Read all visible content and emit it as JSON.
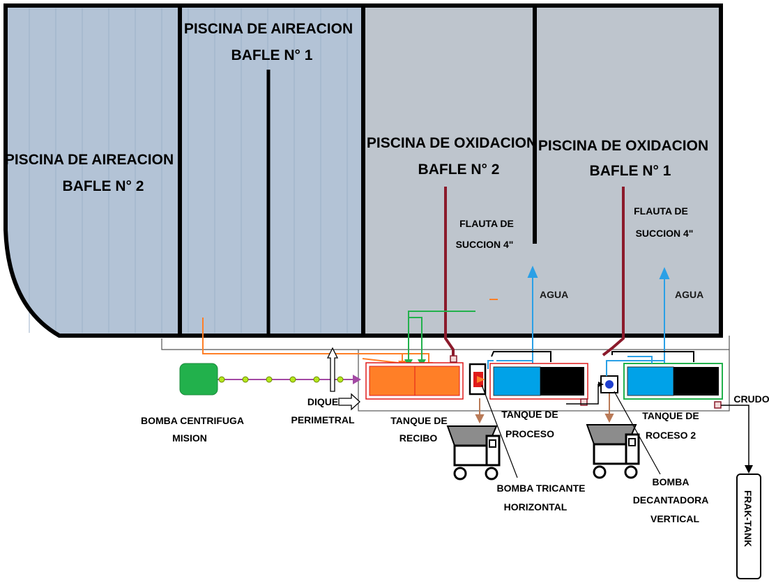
{
  "colors": {
    "aeration_pool": "#b3c3d6",
    "oxidation_pool": "#bec5cd",
    "wall": "#000000",
    "pump_green": "#22b14c",
    "pipe_orange": "#ff7f27",
    "pipe_purple": "#a349a4",
    "pipe_green": "#22b14c",
    "water_blue": "#2aa0e6",
    "suction_red": "#8b1a2b",
    "tank_receive": "#ff7f27",
    "tank_process_blue": "#00a2e8",
    "tank_border_red": "#e01a1a",
    "tank_border_green": "#22b14c",
    "brown_drop": "#b97a57"
  },
  "labels": {
    "aer1_line1": "PISCINA DE  AIREACION",
    "aer1_line2": "BAFLE N° 1",
    "aer2_line1": "PISCINA DE  AIREACION",
    "aer2_line2": "BAFLE N° 2",
    "ox2_line1": "PISCINA DE OXIDACION",
    "ox2_line2": "BAFLE N° 2",
    "ox1_line1": "PISCINA DE OXIDACION",
    "ox1_line2": "BAFLE N° 1",
    "flauta1_line1": "FLAUTA DE",
    "flauta1_line2": "SUCCION  4\"",
    "flauta2_line1": "FLAUTA DE",
    "flauta2_line2": "SUCCION  4\"",
    "agua1": "AGUA",
    "agua2": "AGUA",
    "bomba_centrifuga_line1": "BOMBA CENTRIFUGA",
    "bomba_centrifuga_line2": "MISION",
    "dique_line1": "DIQUE",
    "dique_line2": "PERIMETRAL",
    "tanque_recibo_line1": "TANQUE DE",
    "tanque_recibo_line2": "RECIBO",
    "tanque_proceso_line1": "TANQUE DE",
    "tanque_proceso_line2": "PROCESO",
    "tanque_proceso2_line1": "TANQUE DE",
    "tanque_proceso2_line2": "ROCESO 2",
    "bomba_tricante_line1": "BOMBA TRICANTE",
    "bomba_tricante_line2": "HORIZONTAL",
    "bomba_decantadora_line1": "BOMBA",
    "bomba_decantadora_line2": "DECANTADORA",
    "bomba_decantadora_line3": "VERTICAL",
    "crudo": "CRUDO",
    "frak_tank": "FRAK-TANK"
  }
}
